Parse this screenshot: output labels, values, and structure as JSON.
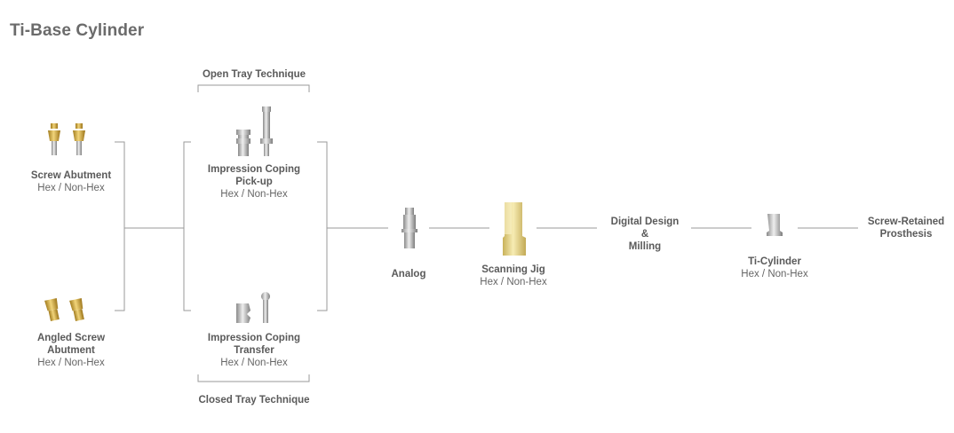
{
  "title": "Ti-Base Cylinder",
  "groups": {
    "open_tray": "Open Tray Technique",
    "closed_tray": "Closed Tray Technique"
  },
  "nodes": {
    "screw_abutment": {
      "name": "Screw Abutment",
      "sub": "Hex / Non-Hex"
    },
    "angled_screw_abutment": {
      "name_line1": "Angled Screw",
      "name_line2": "Abutment",
      "sub": "Hex / Non-Hex"
    },
    "impression_pickup": {
      "name_line1": "Impression Coping",
      "name_line2": "Pick-up",
      "sub": "Hex / Non-Hex"
    },
    "impression_transfer": {
      "name_line1": "Impression Coping",
      "name_line2": "Transfer",
      "sub": "Hex / Non-Hex"
    },
    "analog": {
      "name": "Analog"
    },
    "scanning_jig": {
      "name": "Scanning Jig",
      "sub": "Hex / Non-Hex"
    },
    "digital_design": {
      "line1": "Digital Design",
      "line2": "&",
      "line3": "Milling"
    },
    "ti_cylinder": {
      "name": "Ti-Cylinder",
      "sub": "Hex / Non-Hex"
    },
    "screw_retained": {
      "line1": "Screw-Retained",
      "line2": "Prosthesis"
    }
  },
  "colors": {
    "line": "#9a9a9a",
    "gold": "#d9b54a",
    "silver": "#b8b8b8",
    "text": "#5a5a5a"
  }
}
